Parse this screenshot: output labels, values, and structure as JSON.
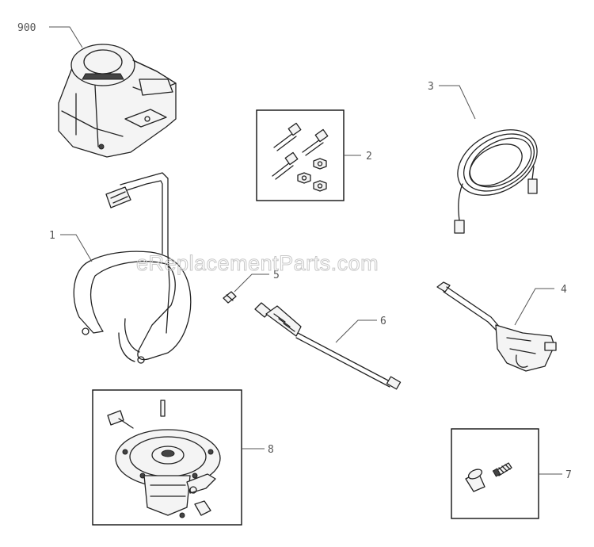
{
  "diagram": {
    "watermark": "eReplacementParts.com",
    "callouts": {
      "engine": "900",
      "frame": "1",
      "hardware_kit": "2",
      "hose": "3",
      "spray_gun": "4",
      "pin": "5",
      "wand": "6",
      "fitting_kit": "7",
      "pump": "8"
    }
  }
}
